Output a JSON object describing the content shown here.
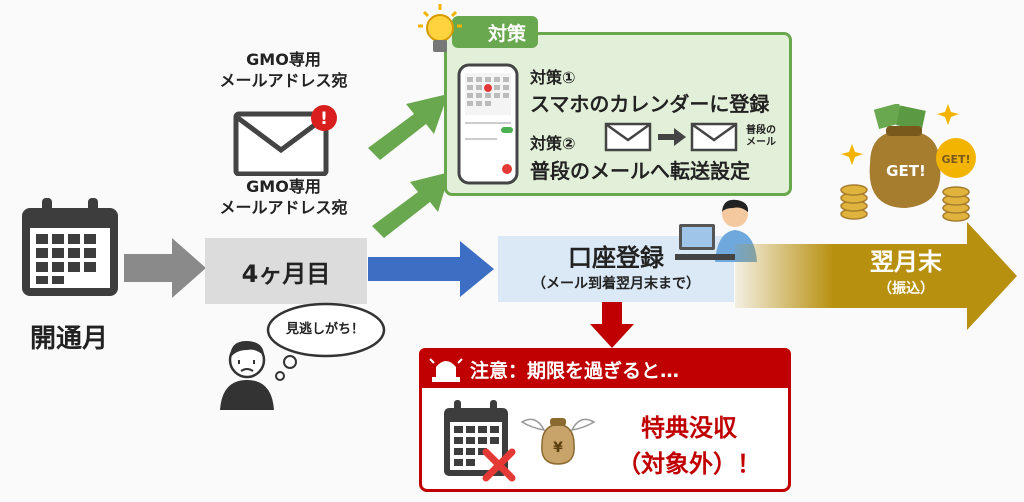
{
  "start": {
    "label": "開通月"
  },
  "mail": {
    "top_label_line1": "GMO専用",
    "top_label_line2": "メールアドレス宛",
    "bottom_label_line1": "GMO専用",
    "bottom_label_line2": "メールアドレス宛",
    "alert_mark": "!"
  },
  "fourth_month": {
    "label": "4ヶ月目"
  },
  "worried": {
    "bubble_text": "見逃しがち！"
  },
  "countermeasure": {
    "tab_label": "対策",
    "m1_title": "対策①",
    "m1_text": "スマホのカレンダーに登録",
    "m2_title": "対策②",
    "m2_text": "普段のメールへ転送設定",
    "forward_label_line1": "普段の",
    "forward_label_line2": "メール"
  },
  "register": {
    "title": "口座登録",
    "subtitle": "（メール到着翌月末まで）"
  },
  "payout": {
    "title": "翌月末",
    "subtitle": "（振込）",
    "bag_text": "GET!",
    "badge_text": "GET!"
  },
  "warning": {
    "header": "注意：期限を過ぎると…",
    "result_line1": "特典没収",
    "result_line2": "（対象外）！",
    "yen_mark": "¥"
  },
  "colors": {
    "green": "#6aa84f",
    "blue": "#3c6fc4",
    "gold": "#b8900f",
    "red": "#c00000",
    "gray": "#8a8a8a"
  }
}
